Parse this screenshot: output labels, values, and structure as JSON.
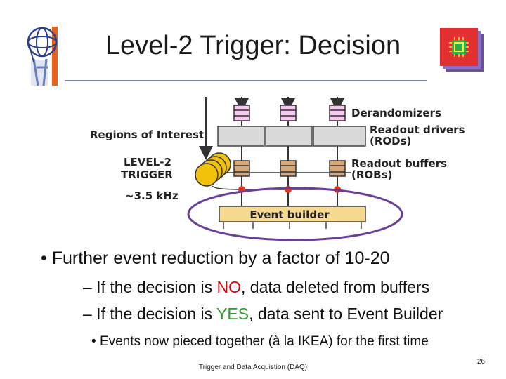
{
  "slide": {
    "title": "Level-2 Trigger: Decision",
    "footer": "Trigger and Data Acquistion (DAQ)",
    "page_number": "26"
  },
  "diagram": {
    "labels": {
      "derandomizers": "Derandomizers",
      "readout_drivers": "Readout drivers",
      "readout_drivers_abbr": "(RODs)",
      "readout_buffers": "Readout buffers",
      "readout_buffers_abbr": "(ROBs)",
      "regions_of_interest": "Regions of Interest",
      "level2_line1": "LEVEL-2",
      "level2_line2": "TRIGGER",
      "rate": "~3.5 kHz",
      "event_builder": "Event builder"
    },
    "colors": {
      "derandomizer_fill": "#f7c8f0",
      "rod_fill": "#d9d9d9",
      "rob_fill": "#d9a877",
      "event_builder_fill": "#f7d98f",
      "processor_fill": "#f2c20a",
      "decision_dot": "#e8351b",
      "highlight_ellipse": "#6a3d9a"
    }
  },
  "bullets": {
    "b1": "Further event reduction by a factor of 10-20",
    "sub1_pre": "– If the decision is ",
    "sub1_key": "NO",
    "sub1_post": ", data deleted from buffers",
    "sub2_pre": "– If the decision is ",
    "sub2_key": "YES",
    "sub2_post": ", data sent to Event Builder",
    "sub3": "Events now pieced together (à la IKEA) for the first time"
  },
  "colors": {
    "no": "#e00000",
    "yes": "#2aa02a",
    "title_rule": "#7f8faf"
  },
  "logos": {
    "left": "atlas-logo",
    "right": "chip-logo"
  }
}
